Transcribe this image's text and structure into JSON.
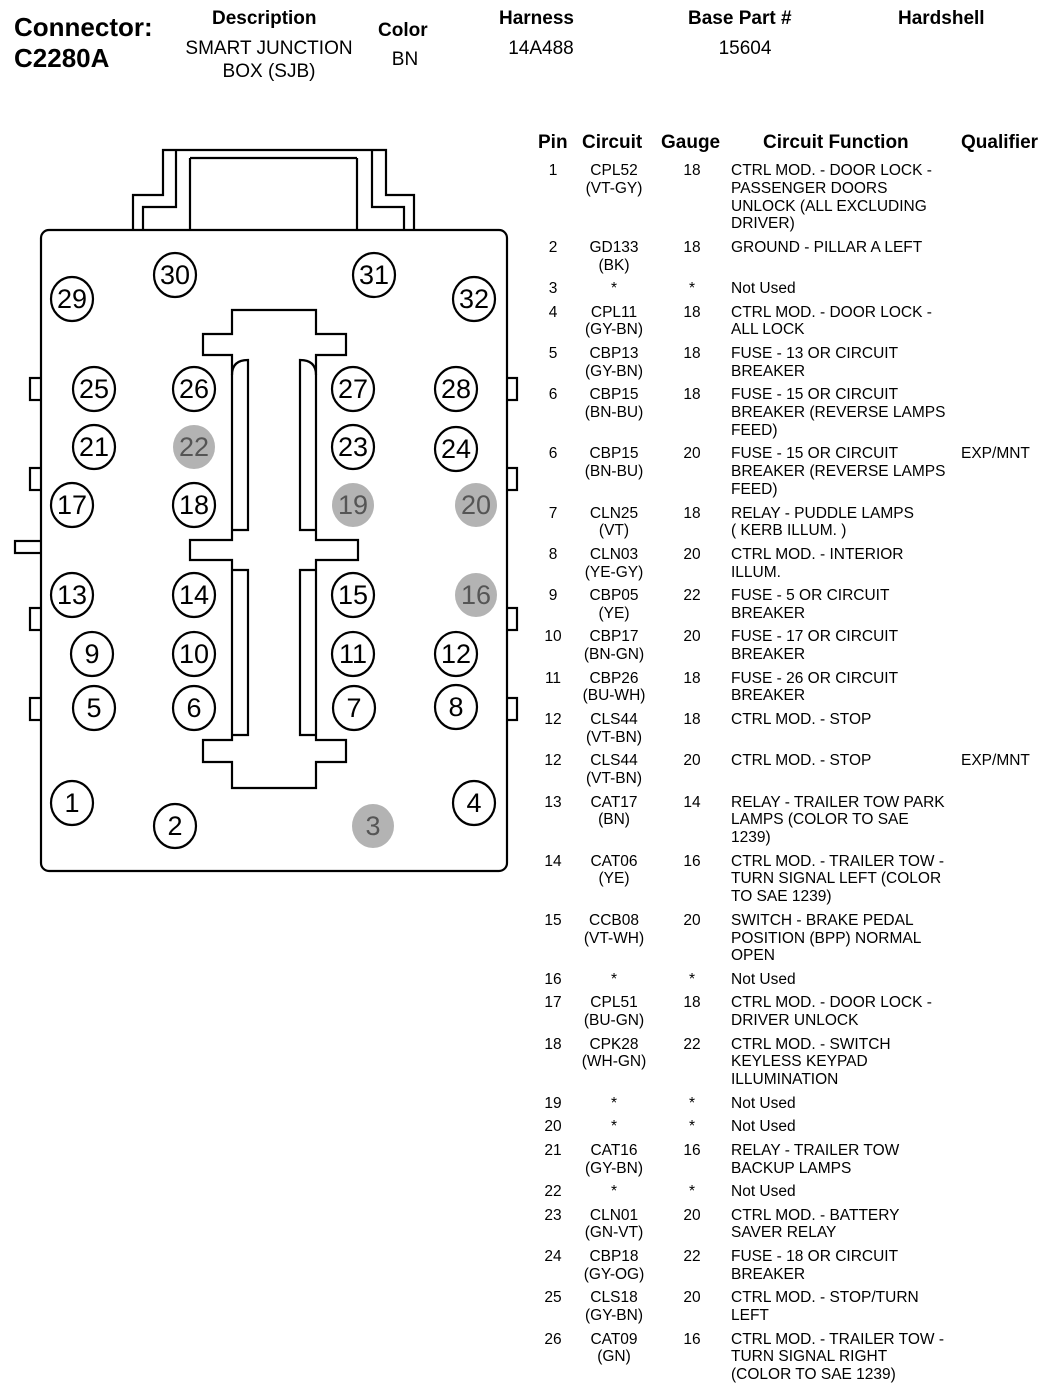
{
  "header": {
    "connector_label": "Connector:",
    "connector_id": "C2280A",
    "description_label": "Description",
    "description_lines": [
      "SMART JUNCTION",
      "BOX (SJB)"
    ],
    "color_label": "Color",
    "color_value": "BN",
    "harness_label": "Harness",
    "harness_value": "14A488",
    "base_part_label": "Base Part #",
    "base_part_value": "15604",
    "hardshell_label": "Hardshell"
  },
  "table": {
    "headers": [
      "Pin",
      "Circuit",
      "Gauge",
      "Circuit Function",
      "Qualifier"
    ],
    "rows": [
      {
        "pin": "1",
        "circuit": [
          "CPL52",
          "(VT-GY)"
        ],
        "gauge": "18",
        "function": [
          "CTRL MOD. - DOOR LOCK -",
          "PASSENGER DOORS",
          "UNLOCK (ALL EXCLUDING",
          "DRIVER)"
        ],
        "qualifier": ""
      },
      {
        "pin": "2",
        "circuit": [
          "GD133",
          "(BK)"
        ],
        "gauge": "18",
        "function": [
          "GROUND - PILLAR A LEFT"
        ],
        "qualifier": ""
      },
      {
        "pin": "3",
        "circuit": [
          "*"
        ],
        "gauge": "*",
        "function": [
          "Not Used"
        ],
        "qualifier": ""
      },
      {
        "pin": "4",
        "circuit": [
          "CPL11",
          "(GY-BN)"
        ],
        "gauge": "18",
        "function": [
          "CTRL MOD. - DOOR LOCK -",
          "ALL LOCK"
        ],
        "qualifier": ""
      },
      {
        "pin": "5",
        "circuit": [
          "CBP13",
          "(GY-BN)"
        ],
        "gauge": "18",
        "function": [
          "FUSE - 13 OR CIRCUIT",
          "BREAKER"
        ],
        "qualifier": ""
      },
      {
        "pin": "6",
        "circuit": [
          "CBP15",
          "(BN-BU)"
        ],
        "gauge": "18",
        "function": [
          "FUSE - 15 OR CIRCUIT",
          "BREAKER (REVERSE LAMPS",
          "FEED)"
        ],
        "qualifier": ""
      },
      {
        "pin": "6",
        "circuit": [
          "CBP15",
          "(BN-BU)"
        ],
        "gauge": "20",
        "function": [
          "FUSE - 15 OR CIRCUIT",
          "BREAKER (REVERSE LAMPS",
          "FEED)"
        ],
        "qualifier": "EXP/MNT"
      },
      {
        "pin": "7",
        "circuit": [
          "CLN25",
          "(VT)"
        ],
        "gauge": "18",
        "function": [
          "RELAY - PUDDLE LAMPS",
          "( KERB ILLUM. )"
        ],
        "qualifier": ""
      },
      {
        "pin": "8",
        "circuit": [
          "CLN03",
          "(YE-GY)"
        ],
        "gauge": "20",
        "function": [
          "CTRL MOD. - INTERIOR",
          "ILLUM."
        ],
        "qualifier": ""
      },
      {
        "pin": "9",
        "circuit": [
          "CBP05",
          "(YE)"
        ],
        "gauge": "22",
        "function": [
          "FUSE - 5 OR CIRCUIT",
          "BREAKER"
        ],
        "qualifier": ""
      },
      {
        "pin": "10",
        "circuit": [
          "CBP17",
          "(BN-GN)"
        ],
        "gauge": "20",
        "function": [
          "FUSE - 17 OR CIRCUIT",
          "BREAKER"
        ],
        "qualifier": ""
      },
      {
        "pin": "11",
        "circuit": [
          "CBP26",
          "(BU-WH)"
        ],
        "gauge": "18",
        "function": [
          "FUSE - 26 OR CIRCUIT",
          "BREAKER"
        ],
        "qualifier": ""
      },
      {
        "pin": "12",
        "circuit": [
          "CLS44",
          "(VT-BN)"
        ],
        "gauge": "18",
        "function": [
          "CTRL MOD. - STOP"
        ],
        "qualifier": ""
      },
      {
        "pin": "12",
        "circuit": [
          "CLS44",
          "(VT-BN)"
        ],
        "gauge": "20",
        "function": [
          "CTRL MOD. - STOP"
        ],
        "qualifier": "EXP/MNT"
      },
      {
        "pin": "13",
        "circuit": [
          "CAT17",
          "(BN)"
        ],
        "gauge": "14",
        "function": [
          "RELAY - TRAILER TOW PARK",
          "LAMPS (COLOR TO SAE",
          "1239)"
        ],
        "qualifier": ""
      },
      {
        "pin": "14",
        "circuit": [
          "CAT06",
          "(YE)"
        ],
        "gauge": "16",
        "function": [
          "CTRL MOD. - TRAILER TOW -",
          "TURN SIGNAL LEFT (COLOR",
          "TO SAE 1239)"
        ],
        "qualifier": ""
      },
      {
        "pin": "15",
        "circuit": [
          "CCB08",
          "(VT-WH)"
        ],
        "gauge": "20",
        "function": [
          "SWITCH - BRAKE PEDAL",
          "POSITION (BPP) NORMAL",
          "OPEN"
        ],
        "qualifier": ""
      },
      {
        "pin": "16",
        "circuit": [
          "*"
        ],
        "gauge": "*",
        "function": [
          "Not Used"
        ],
        "qualifier": ""
      },
      {
        "pin": "17",
        "circuit": [
          "CPL51",
          "(BU-GN)"
        ],
        "gauge": "18",
        "function": [
          "CTRL MOD. - DOOR LOCK -",
          "DRIVER UNLOCK"
        ],
        "qualifier": ""
      },
      {
        "pin": "18",
        "circuit": [
          "CPK28",
          "(WH-GN)"
        ],
        "gauge": "22",
        "function": [
          "CTRL MOD. - SWITCH",
          "KEYLESS KEYPAD",
          "ILLUMINATION"
        ],
        "qualifier": ""
      },
      {
        "pin": "19",
        "circuit": [
          "*"
        ],
        "gauge": "*",
        "function": [
          "Not Used"
        ],
        "qualifier": ""
      },
      {
        "pin": "20",
        "circuit": [
          "*"
        ],
        "gauge": "*",
        "function": [
          "Not Used"
        ],
        "qualifier": ""
      },
      {
        "pin": "21",
        "circuit": [
          "CAT16",
          "(GY-BN)"
        ],
        "gauge": "16",
        "function": [
          "RELAY - TRAILER TOW",
          "BACKUP LAMPS"
        ],
        "qualifier": ""
      },
      {
        "pin": "22",
        "circuit": [
          "*"
        ],
        "gauge": "*",
        "function": [
          "Not Used"
        ],
        "qualifier": ""
      },
      {
        "pin": "23",
        "circuit": [
          "CLN01",
          "(GN-VT)"
        ],
        "gauge": "20",
        "function": [
          "CTRL MOD. - BATTERY",
          "SAVER RELAY"
        ],
        "qualifier": ""
      },
      {
        "pin": "24",
        "circuit": [
          "CBP18",
          "(GY-OG)"
        ],
        "gauge": "22",
        "function": [
          "FUSE - 18 OR CIRCUIT",
          "BREAKER"
        ],
        "qualifier": ""
      },
      {
        "pin": "25",
        "circuit": [
          "CLS18",
          "(GY-BN)"
        ],
        "gauge": "20",
        "function": [
          "CTRL MOD. - STOP/TURN",
          "LEFT"
        ],
        "qualifier": ""
      },
      {
        "pin": "26",
        "circuit": [
          "CAT09",
          "(GN)"
        ],
        "gauge": "16",
        "function": [
          "CTRL MOD. - TRAILER TOW -",
          "TURN SIGNAL RIGHT",
          "(COLOR TO SAE 1239)"
        ],
        "qualifier": ""
      }
    ]
  },
  "connector": {
    "pins": [
      "1",
      "2",
      "3",
      "4",
      "5",
      "6",
      "7",
      "8",
      "9",
      "10",
      "11",
      "12",
      "13",
      "14",
      "15",
      "16",
      "17",
      "18",
      "19",
      "20",
      "21",
      "22",
      "23",
      "24",
      "25",
      "26",
      "27",
      "28",
      "29",
      "30",
      "31",
      "32"
    ],
    "unused_pins": [
      "3",
      "16",
      "19",
      "20",
      "22"
    ],
    "colors": {
      "unused_fill": "#b3b3b3",
      "outline": "#000000"
    }
  }
}
